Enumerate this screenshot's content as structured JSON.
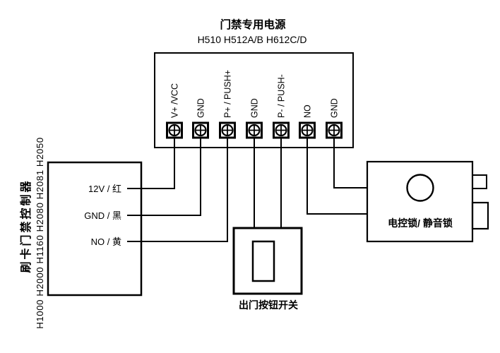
{
  "title": "门禁专用电源",
  "subtitle": "H510 H512A/B H612C/D",
  "power_supply": {
    "terminals": [
      {
        "label": "V+ /VCC"
      },
      {
        "label": "GND"
      },
      {
        "label": "P+ / PUSH+"
      },
      {
        "label": "GND"
      },
      {
        "label": "P- / PUSH-"
      },
      {
        "label": "NO"
      },
      {
        "label": "GND"
      }
    ]
  },
  "controller": {
    "name": "刷卡门禁控制器",
    "models": "H1000 H2000 H1160 H2080 H2081 H2050",
    "pins": [
      {
        "label": "12V / 红"
      },
      {
        "label": "GND / 黑"
      },
      {
        "label": "NO / 黄"
      }
    ]
  },
  "lock": {
    "name": "电控锁/ 静音锁"
  },
  "exit_button": {
    "name": "出门按钮开关"
  },
  "connections": [
    {
      "from": "V+ /VCC",
      "to": "刷卡门禁控制器 12V / 红"
    },
    {
      "from": "GND",
      "to": "刷卡门禁控制器 GND / 黑"
    },
    {
      "from": "P+ / PUSH+",
      "to": "刷卡门禁控制器 NO / 黄"
    },
    {
      "from": "GND",
      "to": "出门按钮开关"
    },
    {
      "from": "P- / PUSH-",
      "to": "出门按钮开关"
    },
    {
      "from": "NO",
      "to": "电控锁/ 静音锁"
    },
    {
      "from": "GND",
      "to": "电控锁/ 静音锁"
    }
  ],
  "colors": {
    "line": "#000000",
    "background": "#ffffff"
  }
}
